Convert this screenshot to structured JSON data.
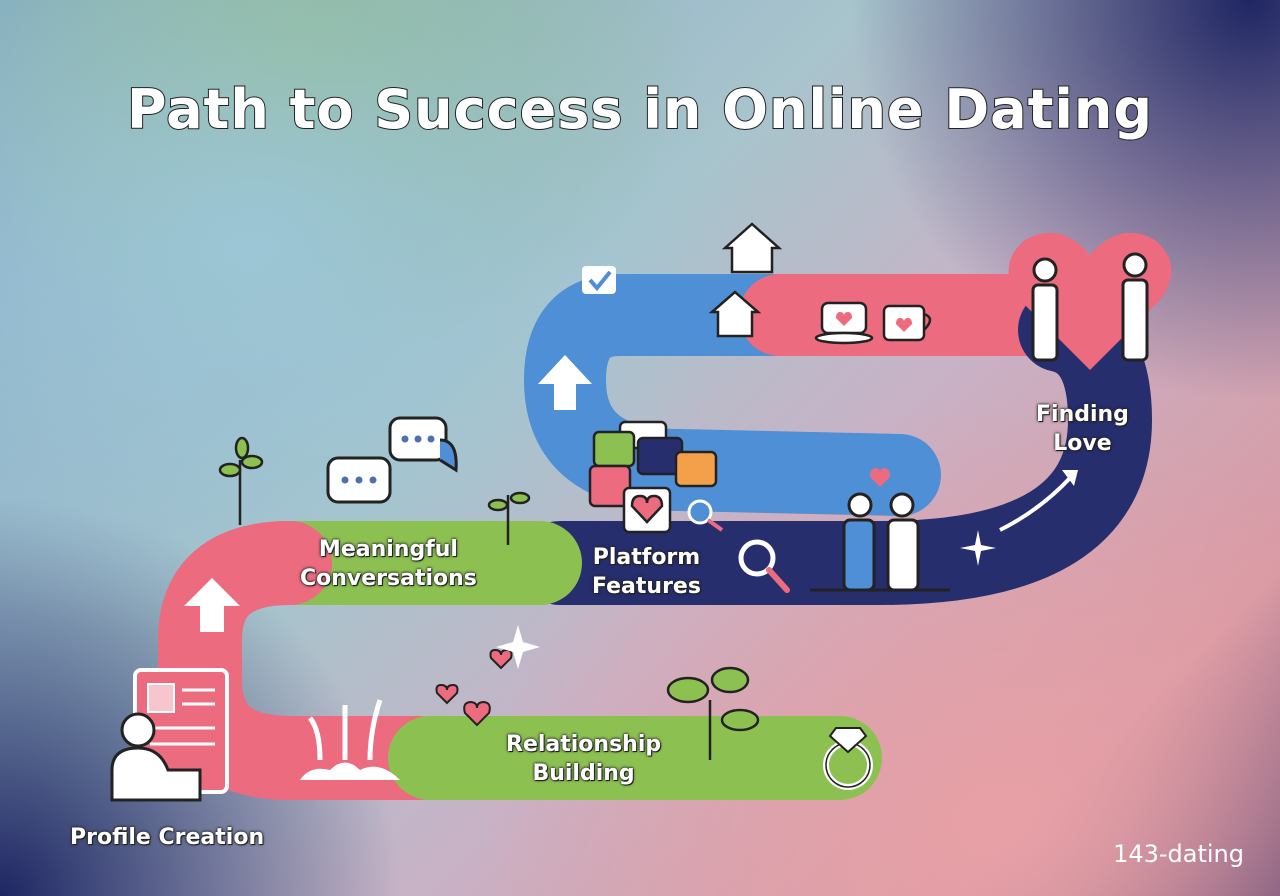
{
  "title": "Path to Success in Online Dating",
  "stages": [
    {
      "label_lines": [
        "Profile Creation"
      ]
    },
    {
      "label_lines": [
        "Meaningful",
        "Conversations"
      ]
    },
    {
      "label_lines": [
        "Platform",
        "Features"
      ]
    },
    {
      "label_lines": [
        "Finding",
        "Love"
      ]
    },
    {
      "label_lines": [
        "Relationship",
        "Building"
      ]
    }
  ],
  "watermark": "143-dating",
  "colors": {
    "pink": "#ec6b7f",
    "green": "#8cc152",
    "navy": "#262e6e",
    "blue": "#4f8fd6"
  }
}
